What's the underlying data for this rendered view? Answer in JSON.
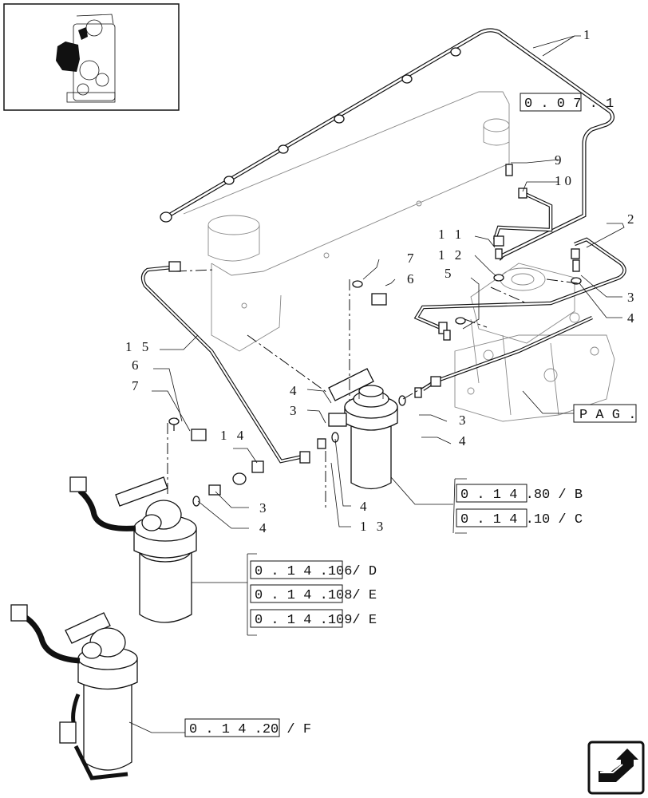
{
  "callouts": {
    "c1": "1",
    "c2": "2",
    "c3a": "3",
    "c4a": "4",
    "c5": "5",
    "c6a": "6",
    "c7a": "7",
    "c9": "9",
    "c10": "10",
    "c11": "1 1",
    "c12": "1 2",
    "c15": "1 5",
    "c6b": "6",
    "c7b": "7",
    "c4b": "4",
    "c3b": "3",
    "c3c": "3",
    "c4c": "4",
    "c14": "1 4",
    "c3d": "3",
    "c4d": "4",
    "c4e": "4",
    "c13": "1 3"
  },
  "refs": {
    "r_top": "0 . 0 7 . 1",
    "r_pag": "P A G .",
    "r_b": "0 . 1 4 .80 / B",
    "r_c": "0 . 1 4 .10 / C",
    "r_d": "0 . 1 4 .106/ D",
    "r_e1": "0 . 1 4 .108/ E",
    "r_e2": "0 . 1 4 .109/ E",
    "r_f": "0 . 1 4 .20 / F"
  },
  "icons": {
    "thumbnail": "engine-location-thumbnail",
    "nav": "next-page-arrow-icon"
  }
}
